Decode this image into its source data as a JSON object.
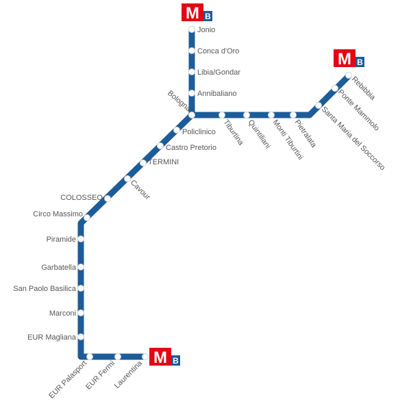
{
  "map": {
    "line_color": "#1c5c99",
    "station_fill": "#ffffff",
    "label_color": "#555555",
    "logo": {
      "m": "M",
      "b": "B",
      "m_bg": "#e30613",
      "b_bg": "#1c5c99"
    },
    "stations": [
      "Jonio",
      "Conca d'Oro",
      "Libia/Gondar",
      "Annibaliano",
      "Bologna",
      "Tiburtina",
      "Quintiliani",
      "Monti Tiburtini",
      "Pietralata",
      "Santa Maria del Soccorso",
      "Ponte Mammolo",
      "Rebibbia",
      "Policlinico",
      "Castro Pretorio",
      "TERMINI",
      "Cavour",
      "COLOSSEO",
      "Circo Massimo",
      "Piramide",
      "Garbatella",
      "San Paolo Basilica",
      "Marconi",
      "EUR Magliana",
      "EUR Palasport",
      "EUR Fermi",
      "Laurentina"
    ]
  }
}
